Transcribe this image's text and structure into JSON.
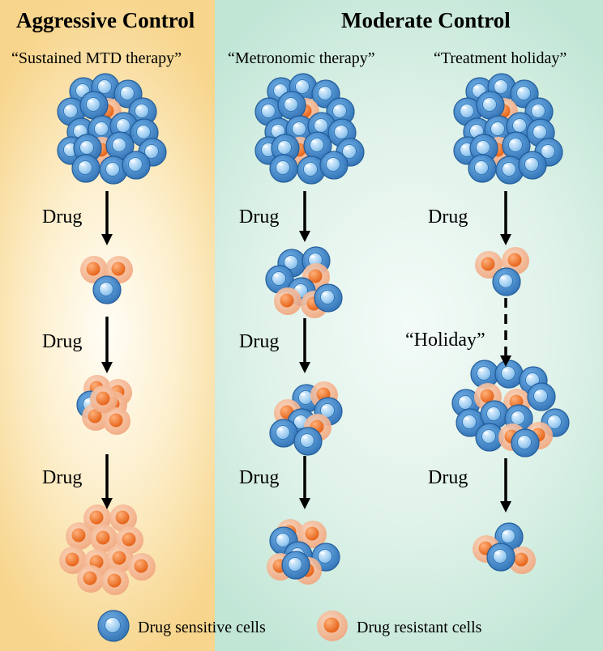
{
  "headers": {
    "aggressive": "Aggressive Control",
    "moderate": "Moderate Control"
  },
  "strategies": {
    "mtd": "“Sustained MTD therapy”",
    "metronomic": "“Metronomic therapy”",
    "holiday": "“Treatment holiday”"
  },
  "step_label": "Drug",
  "holiday_label": "“Holiday”",
  "legend": {
    "sensitive": "Drug sensitive cells",
    "resistant": "Drug resistant cells"
  },
  "colors": {
    "sensitive_cell": "#3f86c6",
    "resistant_cell": "#f3a97e",
    "resistant_nucleus": "#ee6a1c",
    "left_panel": "#f7d58c",
    "right_panel": "#c1e6d6"
  }
}
